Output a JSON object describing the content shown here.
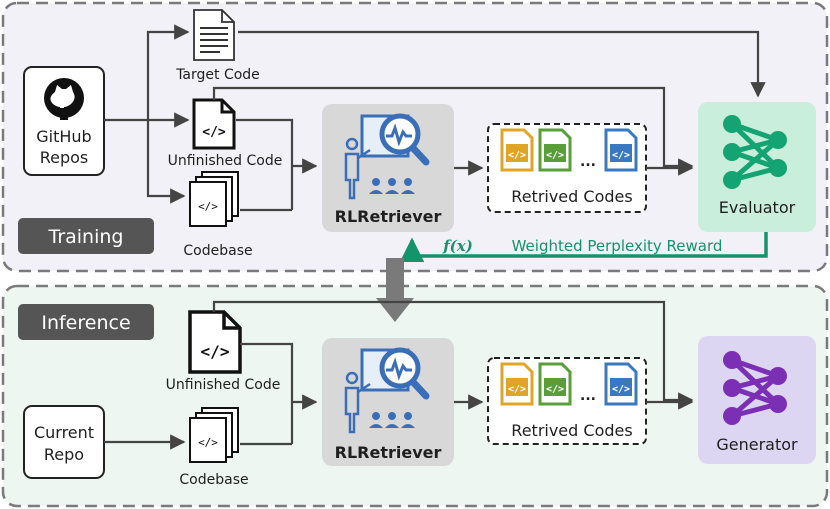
{
  "training": {
    "section_label": "Training",
    "github_repos_line1": "GitHub",
    "github_repos_line2": "Repos",
    "target_code": "Target Code",
    "unfinished_code": "Unfinished Code",
    "codebase": "Codebase",
    "retriever": "RLRetriever",
    "retrived_codes": "Retrived Codes",
    "ellipsis": "...",
    "evaluator": "Evaluator",
    "reward_fx": "f(x)",
    "reward_text": "Weighted Perplexity Reward"
  },
  "inference": {
    "section_label": "Inference",
    "current_repo_line1": "Current",
    "current_repo_line2": "Repo",
    "unfinished_code": "Unfinished Code",
    "codebase": "Codebase",
    "retriever": "RLRetriever",
    "retrived_codes": "Retrived Codes",
    "ellipsis": "...",
    "generator": "Generator"
  },
  "colors": {
    "training_bg": "#f1f1f7",
    "inference_bg": "#eef6f2",
    "evaluator_bg": "#c9eedb",
    "evaluator_net": "#14a372",
    "generator_bg": "#dcd6f2",
    "generator_net": "#7a2fb5",
    "reward_green": "#14946a",
    "retriever_bg": "#d8d8d8",
    "retriever_icon": "#3a6fb8",
    "code_yellow": "#e0a526",
    "code_green": "#5a9e3a",
    "code_blue": "#3a78c2"
  }
}
